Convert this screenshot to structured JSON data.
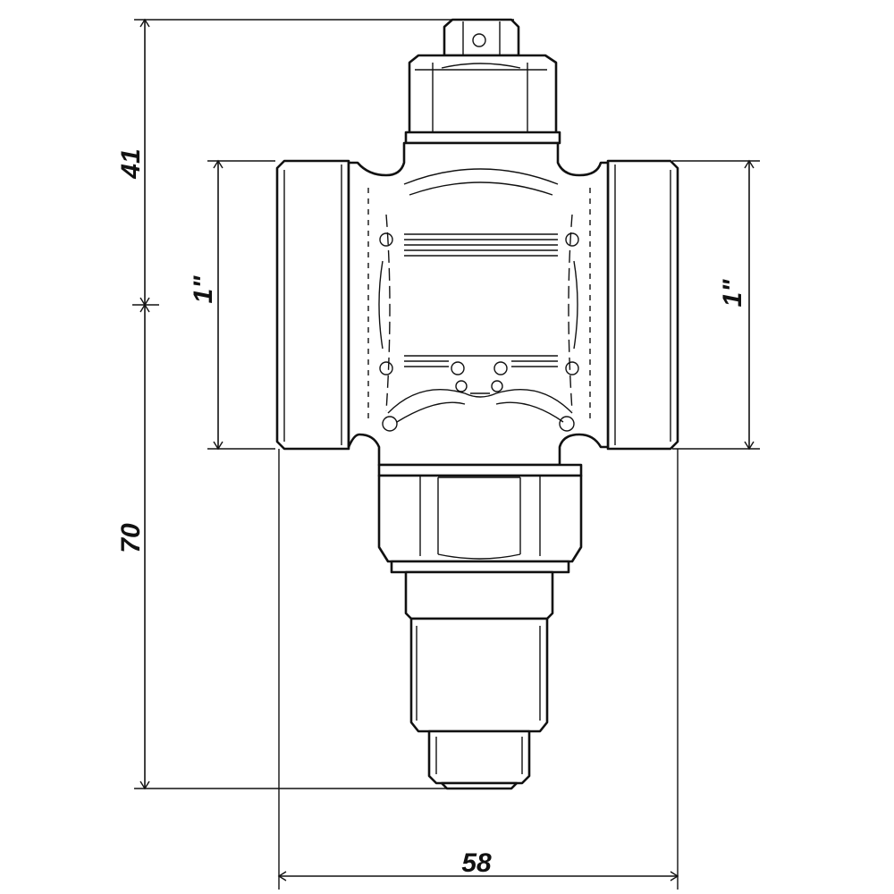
{
  "dimensions": {
    "top_height": "41",
    "bottom_height": "70",
    "overall_width": "58",
    "left_thread": "1\"",
    "right_thread": "1\""
  },
  "colors": {
    "line": "#111111",
    "background": "#ffffff"
  }
}
